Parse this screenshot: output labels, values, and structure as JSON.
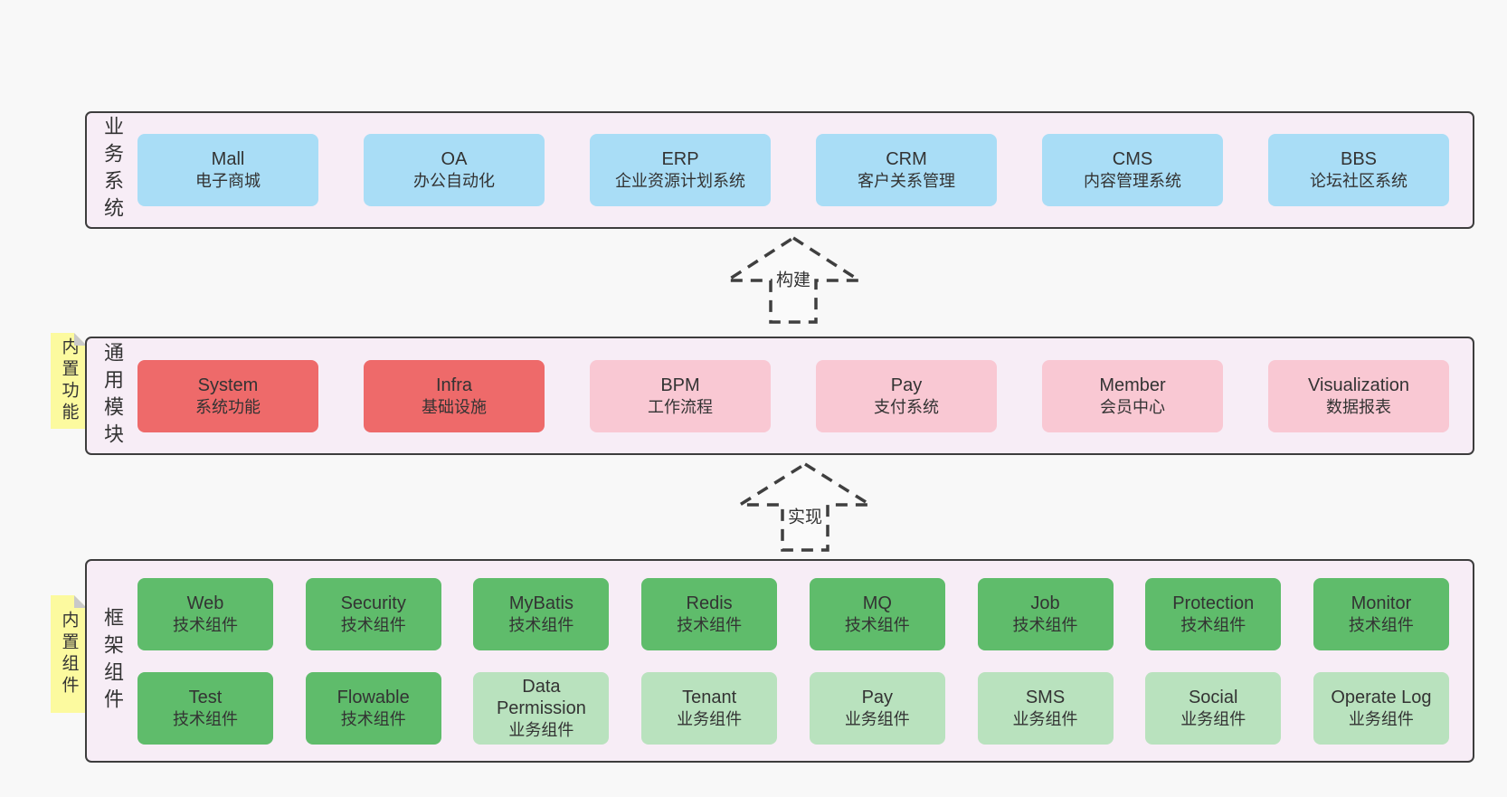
{
  "colors": {
    "pageBg": "#f8f8f8",
    "containerFill": "#f7edf6",
    "containerBorder": "#3d3d3d",
    "blue": "#a9ddf6",
    "red": "#ee6a6a",
    "pink": "#f9c8d3",
    "green": "#5fbc6b",
    "greenLight": "#b9e2be",
    "noteYellow": "#fcfa9f",
    "noteFold": "#c9c9c9",
    "text": "#333333",
    "arrowStroke": "#3f3f3f"
  },
  "layers": [
    {
      "label": "业务系统",
      "note": null,
      "rows": [
        [
          {
            "name": "Mall",
            "sub": "电子商城",
            "color": "blue"
          },
          {
            "name": "OA",
            "sub": "办公自动化",
            "color": "blue"
          },
          {
            "name": "ERP",
            "sub": "企业资源计划系统",
            "color": "blue"
          },
          {
            "name": "CRM",
            "sub": "客户关系管理",
            "color": "blue"
          },
          {
            "name": "CMS",
            "sub": "内容管理系统",
            "color": "blue"
          },
          {
            "name": "BBS",
            "sub": "论坛社区系统",
            "color": "blue"
          }
        ]
      ]
    },
    {
      "label": "通用模块",
      "note": "内置功能",
      "rows": [
        [
          {
            "name": "System",
            "sub": "系统功能",
            "color": "red"
          },
          {
            "name": "Infra",
            "sub": "基础设施",
            "color": "red"
          },
          {
            "name": "BPM",
            "sub": "工作流程",
            "color": "pink"
          },
          {
            "name": "Pay",
            "sub": "支付系统",
            "color": "pink"
          },
          {
            "name": "Member",
            "sub": "会员中心",
            "color": "pink"
          },
          {
            "name": "Visualization",
            "sub": "数据报表",
            "color": "pink"
          }
        ]
      ]
    },
    {
      "label": "框架组件",
      "note": "内置组件",
      "rows": [
        [
          {
            "name": "Web",
            "sub": "技术组件",
            "color": "green"
          },
          {
            "name": "Security",
            "sub": "技术组件",
            "color": "green"
          },
          {
            "name": "MyBatis",
            "sub": "技术组件",
            "color": "green"
          },
          {
            "name": "Redis",
            "sub": "技术组件",
            "color": "green"
          },
          {
            "name": "MQ",
            "sub": "技术组件",
            "color": "green"
          },
          {
            "name": "Job",
            "sub": "技术组件",
            "color": "green"
          },
          {
            "name": "Protection",
            "sub": "技术组件",
            "color": "green"
          },
          {
            "name": "Monitor",
            "sub": "技术组件",
            "color": "green"
          }
        ],
        [
          {
            "name": "Test",
            "sub": "技术组件",
            "color": "green"
          },
          {
            "name": "Flowable",
            "sub": "技术组件",
            "color": "green"
          },
          {
            "name": "Data Permission",
            "sub": "业务组件",
            "color": "greenLight"
          },
          {
            "name": "Tenant",
            "sub": "业务组件",
            "color": "greenLight"
          },
          {
            "name": "Pay",
            "sub": "业务组件",
            "color": "greenLight"
          },
          {
            "name": "SMS",
            "sub": "业务组件",
            "color": "greenLight"
          },
          {
            "name": "Social",
            "sub": "业务组件",
            "color": "greenLight"
          },
          {
            "name": "Operate Log",
            "sub": "业务组件",
            "color": "greenLight"
          }
        ]
      ]
    }
  ],
  "arrows": [
    {
      "label": "构建"
    },
    {
      "label": "实现"
    }
  ]
}
